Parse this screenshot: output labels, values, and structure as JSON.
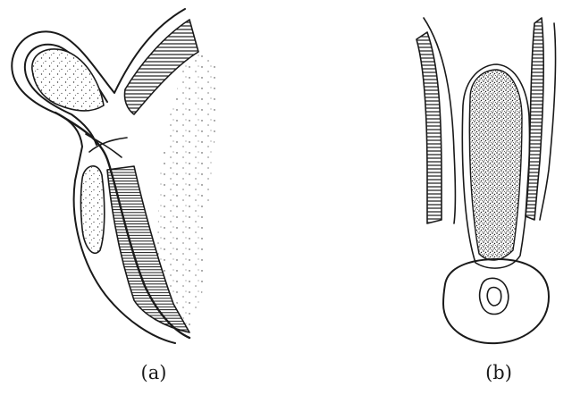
{
  "panels": [
    {
      "id": "a",
      "label": "(a)"
    },
    {
      "id": "b",
      "label": "(b)"
    }
  ],
  "colors": {
    "ink": "#1a1a1a",
    "background": "#ffffff"
  }
}
